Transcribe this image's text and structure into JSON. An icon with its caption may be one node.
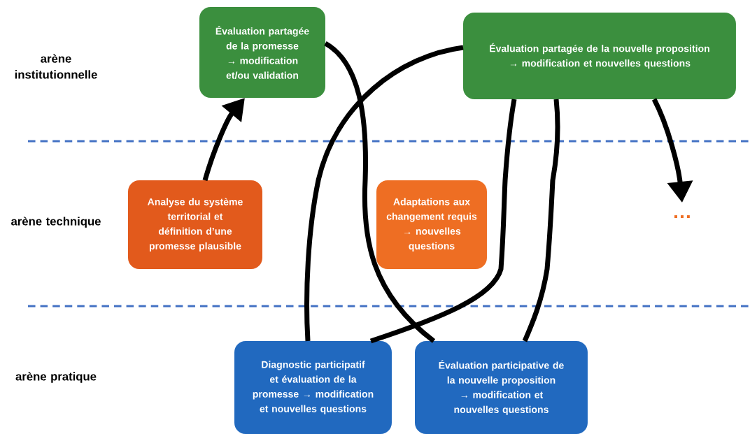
{
  "diagram": {
    "nodes": [
      {
        "text": [
          "Évaluation partagée de la promesse → modification et/ou validation"
        ]
      },
      {
        "text": [
          "Évaluation partagée de la nouvelle proposition → modification et nouvelles questions"
        ]
      },
      {
        "text": [
          "Analyse du système territorial et définition d’une promesse plausible"
        ]
      },
      {
        "text": [
          "Adaptations aux changement requis → nouvelles questions"
        ]
      },
      {
        "text": [
          "…"
        ]
      },
      {
        "text": [
          "Diagnostic participatif et évaluation de la promesse → modification et nouvelles questions"
        ]
      },
      {
        "text": [
          "Évaluation participative de la nouvelle proposition → modification et nouvelles questions"
        ]
      }
    ],
    "edges": [
      {
        "from": 2,
        "to": 0,
        "arrow": "to"
      },
      {
        "from": 0,
        "to": 6,
        "arrow": "none"
      },
      {
        "from": 5,
        "to": 1,
        "arrow": "none"
      },
      {
        "from": 5,
        "to": 1,
        "arrow": "none"
      },
      {
        "from": 1,
        "to": 6,
        "arrow": "none"
      },
      {
        "from": 1,
        "to": 4,
        "arrow": "to"
      }
    ],
    "labels": [
      "arène institutionnelle",
      "arène technique",
      "arène pratique"
    ]
  }
}
